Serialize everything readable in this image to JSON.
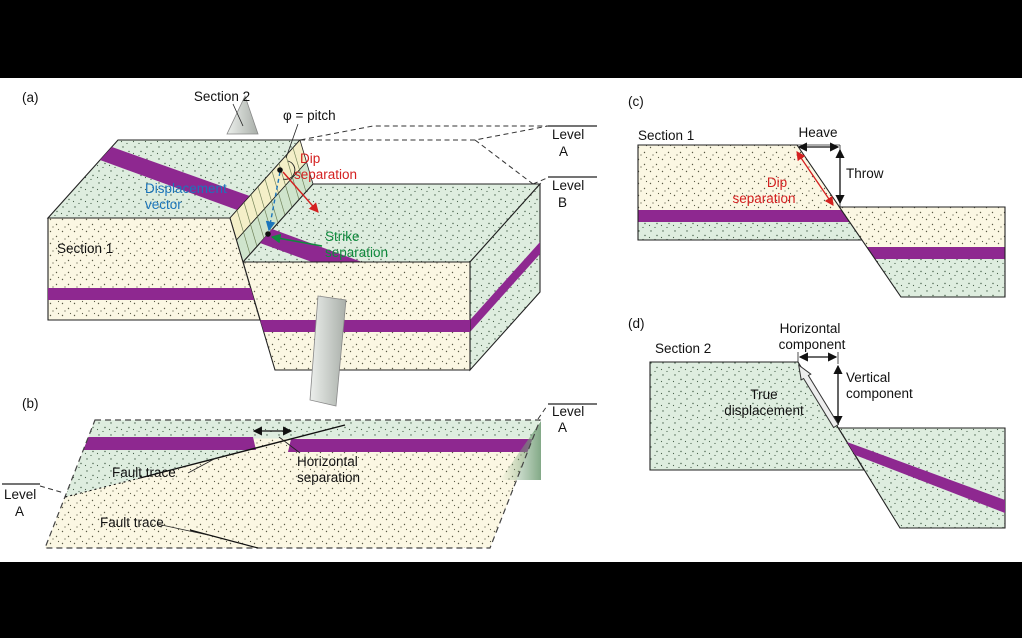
{
  "colors": {
    "purple_bed": "#8E2890",
    "pale_yellow": "#FBF7E3",
    "pale_green": "#DEEDDF",
    "red_label": "#D42020",
    "blue_label": "#1B75BB",
    "green_label": "#0F8A3D",
    "section_plane_gray": "#C3C8C3"
  },
  "panel_a": {
    "label": "(a)",
    "section_2": "Section 2",
    "pitch": "φ = pitch",
    "dip_line1": "Dip",
    "dip_line2": "separation",
    "disp_line1": "Displacement",
    "disp_line2": "vector",
    "strike_line1": "Strike",
    "strike_line2": "separation",
    "section_1": "Section 1",
    "level_a_1": "Level",
    "level_a_2": "A",
    "level_b_1": "Level",
    "level_b_2": "B"
  },
  "panel_b": {
    "label": "(b)",
    "fault_trace_upper": "Fault trace",
    "fault_trace_lower": "Fault trace",
    "hsep_line1": "Horizontal",
    "hsep_line2": "separation",
    "level_a_right_1": "Level",
    "level_a_right_2": "A",
    "level_a_left_1": "Level",
    "level_a_left_2": "A"
  },
  "panel_c": {
    "label": "(c)",
    "section_1": "Section 1",
    "heave": "Heave",
    "throw": "Throw",
    "dip_line1": "Dip",
    "dip_line2": "separation"
  },
  "panel_d": {
    "label": "(d)",
    "section_2": "Section 2",
    "hcomp_line1": "Horizontal",
    "hcomp_line2": "component",
    "vcomp_line1": "Vertical",
    "vcomp_line2": "component",
    "true_line1": "True",
    "true_line2": "displacement"
  }
}
